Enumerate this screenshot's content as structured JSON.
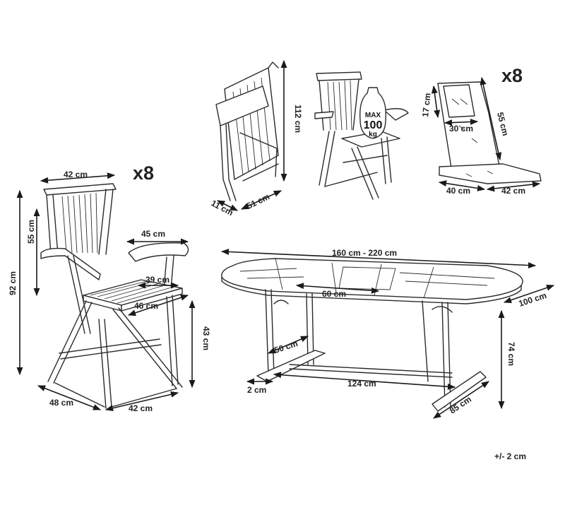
{
  "multipliers": {
    "chairs": "x8",
    "cushions": "x8"
  },
  "load_badge": {
    "line1": "MAX",
    "line2": "100",
    "line3": "kg"
  },
  "chair_dims": {
    "top_width": "42 cm",
    "back_height": "55 cm",
    "total_height": "92 cm",
    "armrest": "45 cm",
    "seat_depth": "39 cm",
    "seat_width": "46 cm",
    "seat_height": "43 cm",
    "base_depth": "48 cm",
    "base_width": "42 cm"
  },
  "folded_dims": {
    "height": "112 cm",
    "thickness": "11 cm",
    "width": "51 cm"
  },
  "cushion_dims": {
    "back_height": "55 cm",
    "pillow": "17 cm",
    "pillow_width": "30 cm",
    "depth": "40 cm",
    "width": "42 cm"
  },
  "table_dims": {
    "length": "160 cm - 220 cm",
    "extension": "60 cm",
    "width": "100 cm",
    "height": "74 cm",
    "leg_gap": "50 cm",
    "foot": "2 cm",
    "stretcher": "124 cm",
    "foot_depth": "85 cm"
  },
  "tolerance": "+/- 2 cm"
}
